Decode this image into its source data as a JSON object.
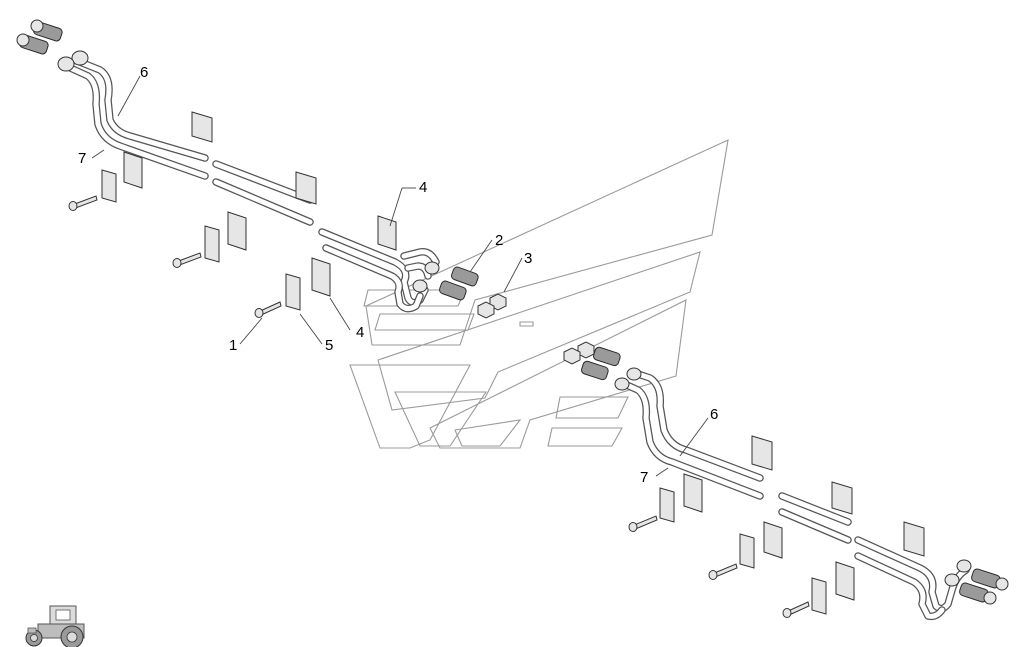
{
  "diagram": {
    "callouts": [
      "1",
      "2",
      "3",
      "4",
      "4",
      "5",
      "6",
      "7",
      "6",
      "7"
    ]
  },
  "icons": [
    "hydraulic-fitting-icon",
    "bolt-icon",
    "clamp-plate-icon",
    "clamp-block-icon",
    "nut-icon",
    "watermark-logo-icon",
    "tractor-icon"
  ],
  "colors": {
    "line": "#555555",
    "watermark": "#9a9a9a",
    "background": "#ffffff"
  }
}
